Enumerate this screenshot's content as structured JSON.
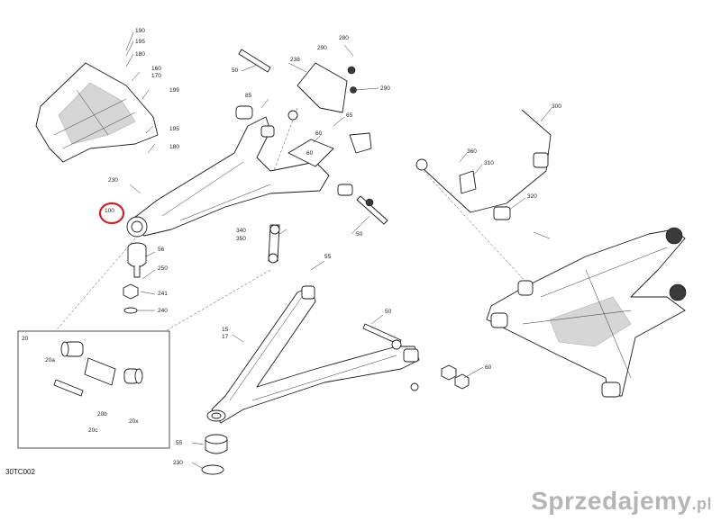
{
  "diagram": {
    "reference_code": "30TC002",
    "callouts": [
      "190",
      "195",
      "180",
      "160",
      "170",
      "199",
      "195",
      "180",
      "230",
      "100",
      "56",
      "250",
      "241",
      "240",
      "50",
      "238",
      "290",
      "280",
      "290",
      "85",
      "65",
      "60",
      "60",
      "300",
      "360",
      "310",
      "320",
      "340",
      "350",
      "50",
      "55",
      "15",
      "17",
      "50",
      "60",
      "55",
      "230",
      "20",
      "20a",
      "20b",
      "20c",
      "20x"
    ],
    "highlight_color": "#d0202a",
    "highlighted_callout": "100",
    "inset_label": "20"
  },
  "watermark": {
    "text": "Sprzedajemy",
    "suffix": ".pl"
  }
}
